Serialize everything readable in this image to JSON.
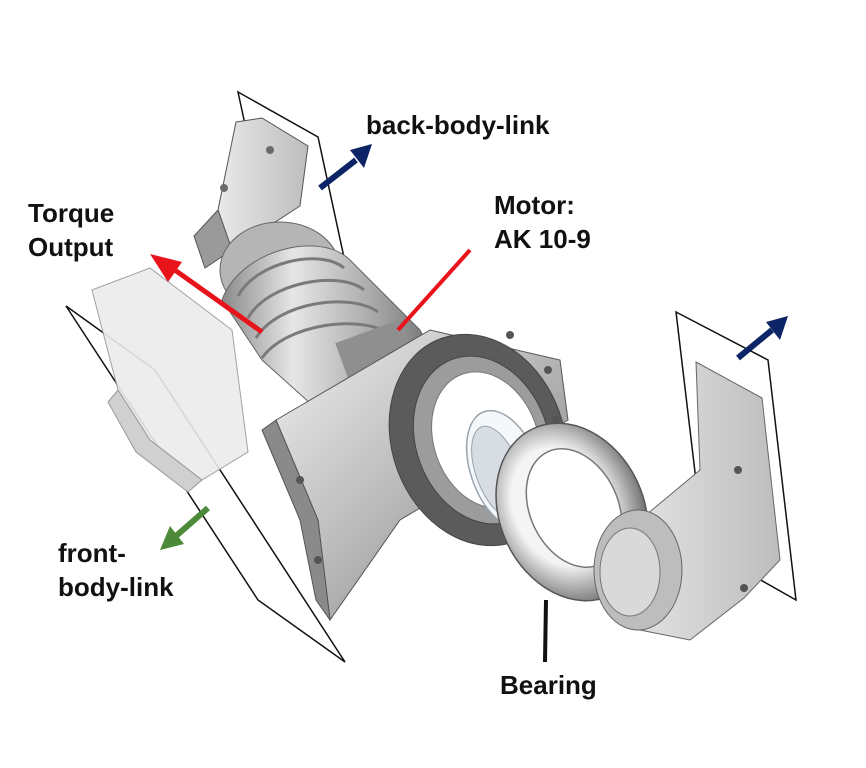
{
  "labels": {
    "back_body_link": "back-body-link",
    "torque_output_line1": "Torque",
    "torque_output_line2": "Output",
    "motor_line1": "Motor:",
    "motor_line2": "AK 10-9",
    "front_body_link_line1": "front-",
    "front_body_link_line2": "body-link",
    "bearing": "Bearing"
  },
  "colors": {
    "navy_arrow": "#0d2566",
    "green_arrow": "#4c8a3a",
    "red_pointer": "#e8141b",
    "metal_light": "#d9d9d9",
    "metal_mid": "#a9a9a9",
    "metal_dark": "#6e6e6e",
    "plane_line": "#111111"
  }
}
